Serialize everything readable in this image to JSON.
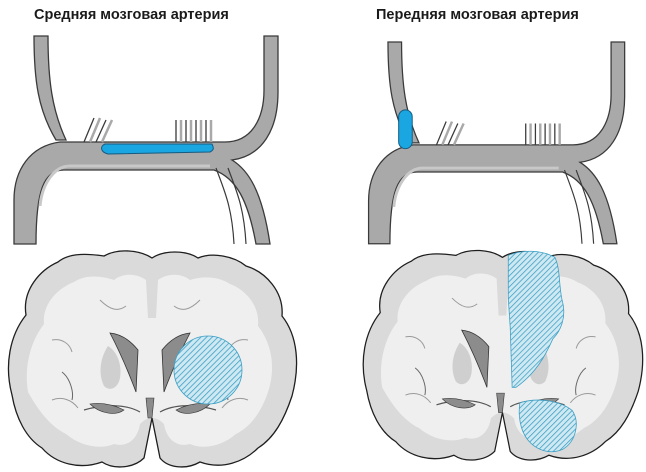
{
  "figure": {
    "panels": [
      {
        "title": "Средняя мозговая артерия",
        "occlusion_site": "horizontal artery segment",
        "infarct_region": "deep right hemisphere (basal ganglia)"
      },
      {
        "title": "Передняя мозговая артерия",
        "occlusion_site": "ascending artery segment",
        "infarct_region": "medial right hemisphere and inferior region"
      }
    ]
  },
  "colors": {
    "artery_fill": "#a9a9a9",
    "artery_outline": "#3a3a3a",
    "occlusion": "#1aa6e0",
    "infarct_hatch": "#3d9fc4",
    "brain_white_matter": "#efefef",
    "brain_gray_matter": "#dadada",
    "ventricle": "#8c8c8c",
    "background": "#ffffff"
  }
}
